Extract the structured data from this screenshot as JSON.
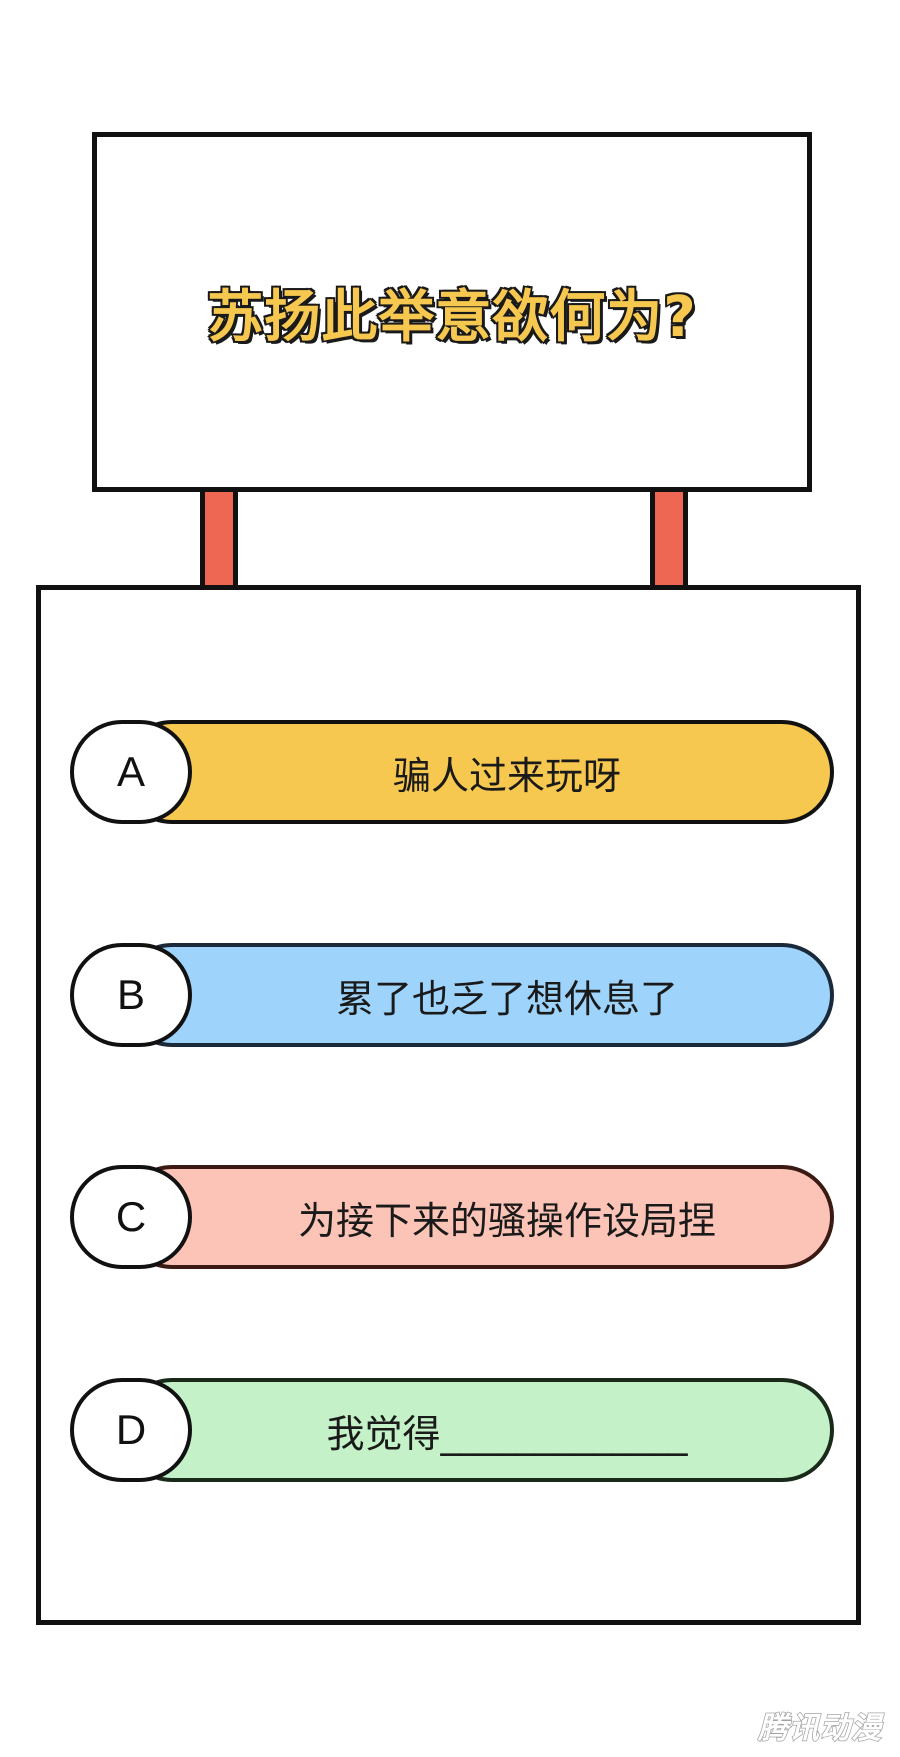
{
  "sign": {
    "question": "苏扬此举意欲何为?"
  },
  "options": [
    {
      "letter": "A",
      "text": "骗人过来玩呀",
      "color": "#f7c84f"
    },
    {
      "letter": "B",
      "text": "累了也乏了想休息了",
      "color": "#9ed3fb"
    },
    {
      "letter": "C",
      "text": "为接下来的骚操作设局捏",
      "color": "#fcc4b6"
    },
    {
      "letter": "D",
      "text": "我觉得_____________",
      "color": "#c5f1c8"
    }
  ],
  "colors": {
    "post": "#ee6752",
    "outline": "#111111",
    "question_fill": "#f7c84f"
  },
  "watermark": "腾讯动漫"
}
